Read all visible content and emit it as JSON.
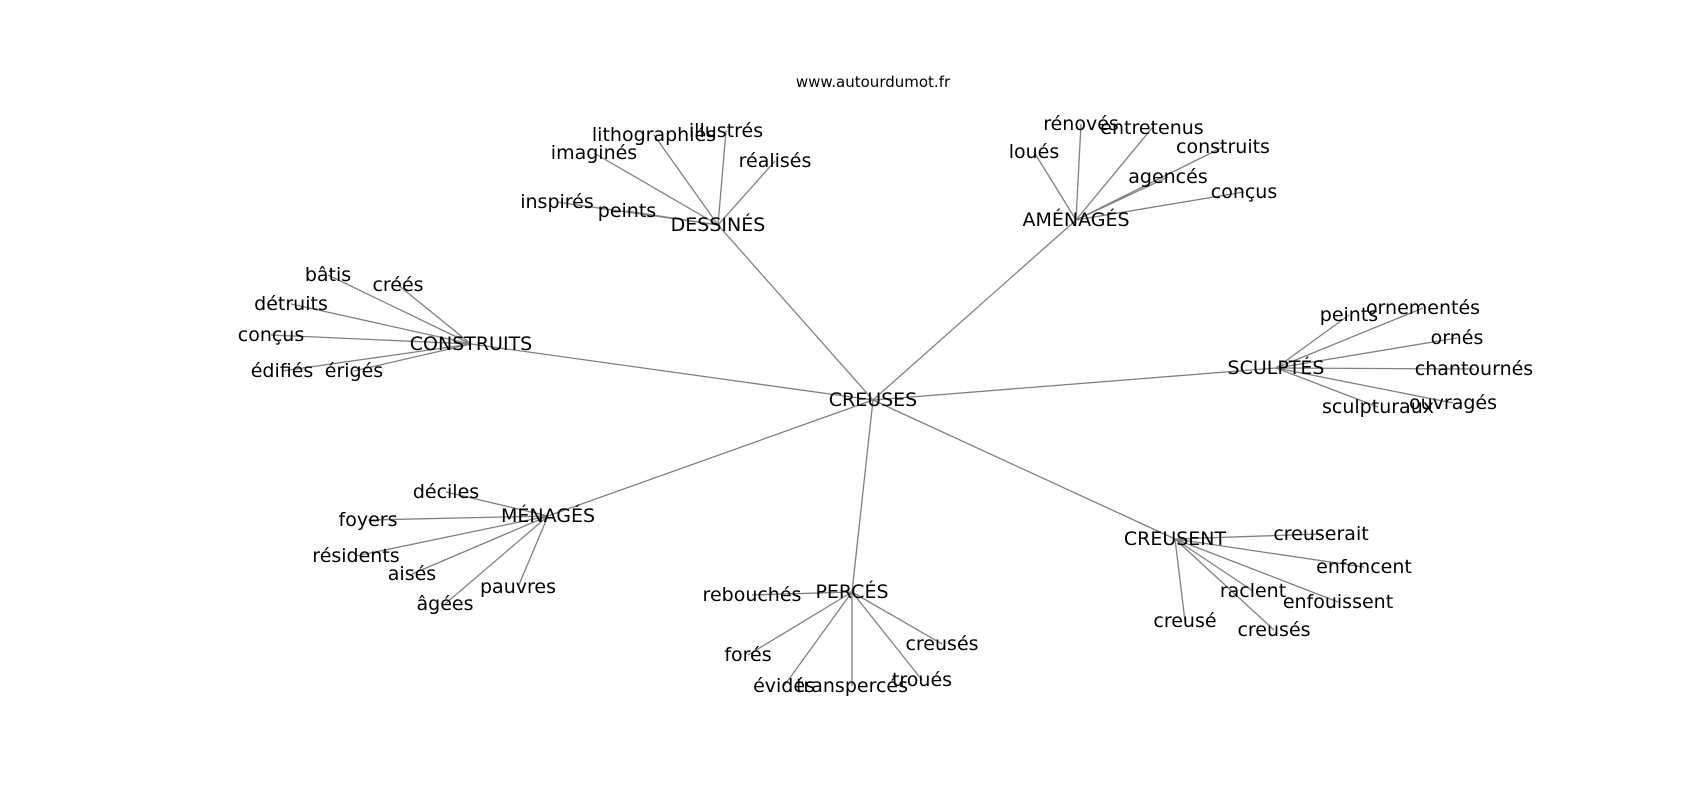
{
  "source": "www.autourdumot.fr",
  "center": "CREUSES",
  "branches": [
    {
      "label": "DESSINÉS",
      "leaves": [
        "lithographiés",
        "illustrés",
        "imaginés",
        "réalisés",
        "inspirés",
        "peints"
      ]
    },
    {
      "label": "AMÉNAGÉS",
      "leaves": [
        "rénovés",
        "entretenus",
        "loués",
        "construits",
        "agencés",
        "conçus"
      ]
    },
    {
      "label": "CONSTRUITS",
      "leaves": [
        "bâtis",
        "créés",
        "détruits",
        "conçus",
        "édifiés",
        "érigés"
      ]
    },
    {
      "label": "SCULPTÉS",
      "leaves": [
        "peints",
        "ornementés",
        "ornés",
        "chantournés",
        "sculpturaux",
        "ouvragés"
      ]
    },
    {
      "label": "MÉNAGÉS",
      "leaves": [
        "déciles",
        "foyers",
        "résidents",
        "aisés",
        "âgées",
        "pauvres"
      ]
    },
    {
      "label": "PERCÉS",
      "leaves": [
        "rebouchés",
        "forés",
        "évidés",
        "transpercés",
        "troués",
        "creusés"
      ]
    },
    {
      "label": "CREUSENT",
      "leaves": [
        "creuserait",
        "enfoncent",
        "raclent",
        "enfouissent",
        "creusé",
        "creusés"
      ]
    }
  ]
}
